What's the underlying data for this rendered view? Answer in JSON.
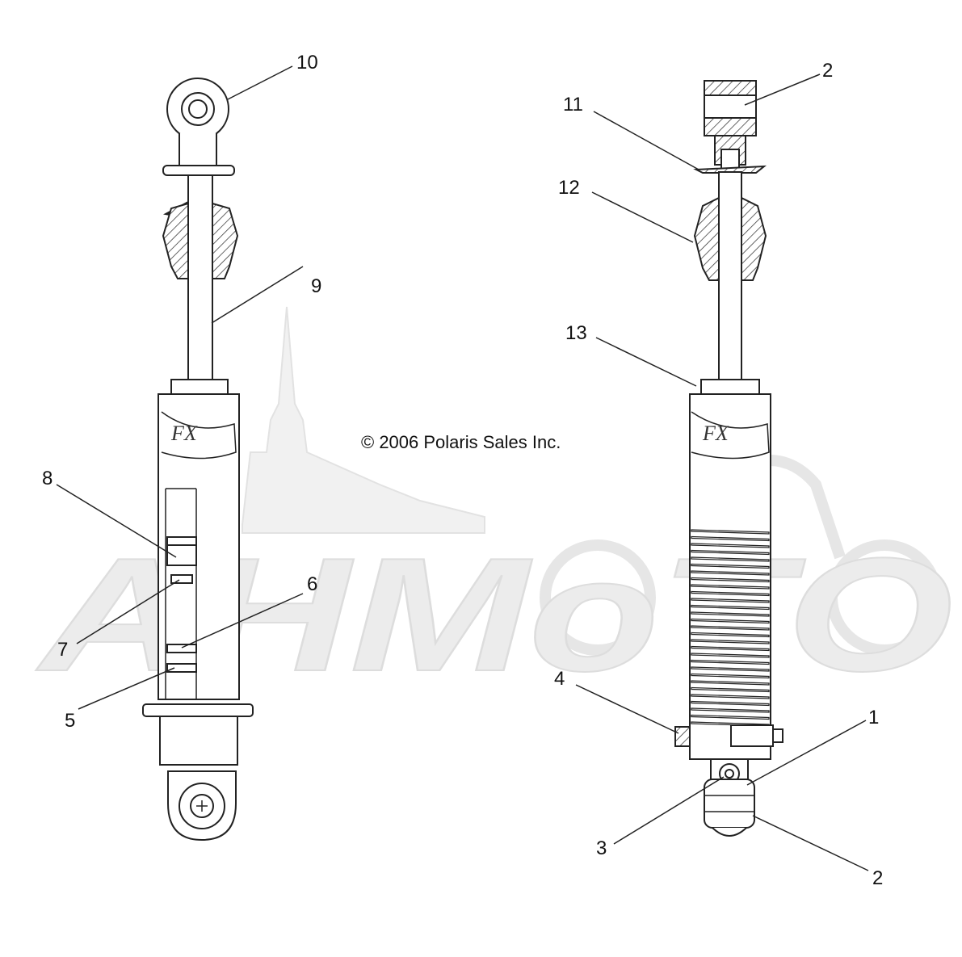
{
  "copyright": "© 2006 Polaris Sales Inc.",
  "watermark": "AHMoTO",
  "callouts": {
    "c10": "10",
    "c9": "9",
    "c8": "8",
    "c7": "7",
    "c6": "6",
    "c5": "5",
    "c2top": "2",
    "c11": "11",
    "c12": "12",
    "c13": "13",
    "c4": "4",
    "c1": "1",
    "c3": "3",
    "c2bottom": "2"
  }
}
